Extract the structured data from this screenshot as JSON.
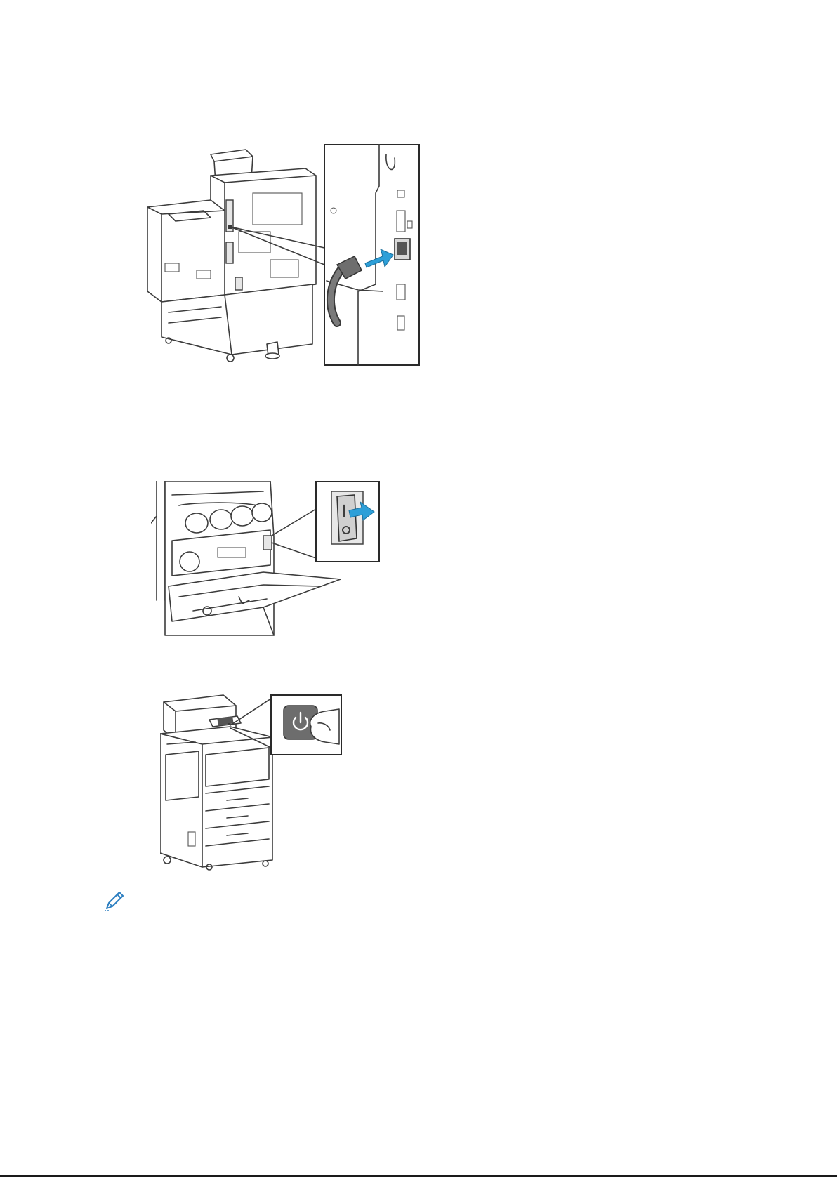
{
  "page": {
    "figures": [
      {
        "id": "connect-ethernet",
        "icon": "printer-ethernet-illustration"
      },
      {
        "id": "main-power-switch",
        "icon": "printer-power-switch-illustration"
      },
      {
        "id": "power-button",
        "icon": "printer-power-button-illustration"
      }
    ],
    "note": {
      "icon": "pencil-note-icon"
    },
    "colors": {
      "accent_arrow": "#2d9fd8",
      "line": "#3c3c3c",
      "button_gray": "#6d6d6d"
    }
  }
}
